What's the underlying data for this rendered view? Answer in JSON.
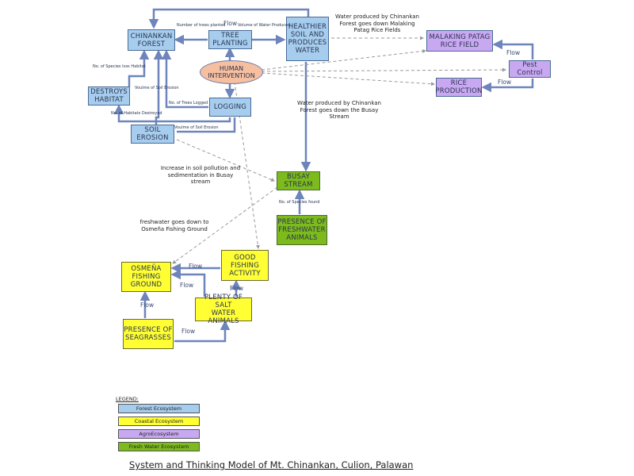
{
  "colors": {
    "forest": "#a7cdee",
    "coastal": "#ffff33",
    "agro": "#c9a8f2",
    "fresh_water": "#7dbb1d",
    "human": "#f6bfa0",
    "arrow": "#6d85bb"
  },
  "nodes": {
    "chinankan_forest": "CHINANKAN\nFOREST",
    "tree_planting": "TREE\nPLANTING",
    "healthier_soil": "HEALTHIER\nSOIL AND\nPRODUCES\nWATER",
    "destroys_habitat": "DESTROYS\nHABITAT",
    "logging": "LOGGING",
    "soil_erosion": "SOIL\nEROSION",
    "human_intervention": "HUMAN\nINTERVENTION",
    "malaking_patag": "MALAKING PATAG\nRICE FIELD",
    "pest_control": "Pest Control",
    "rice_production": "RICE\nPRODUCTION",
    "busay_stream": "BUSAY\nSTREAM",
    "freshwater_animals": "PRESENCE OF\nFRESHWATER\nANIMALS",
    "good_fishing": "GOOD\nFISHING\nACTIVITY",
    "osmena_fishing": "OSMEÑA\nFISHING\nGROUND",
    "salt_water_animals": "PLENTY OF SALT\nWATER ANIMALS",
    "seagrasses": "PRESENCE OF\nSEAGRASSES"
  },
  "edge_labels": {
    "trees_planted": "Number of trees planted",
    "volume_water": "Volume of Water Produced",
    "species_loss": "No. of Species loss Habitat",
    "soil_erosion_vol": "Voulme of Soil Erosion",
    "trees_logged": "No. of Trees Logged",
    "habitats_destroyed": "No. of Habitats Destroyed",
    "soil_erosion_vol2": "Voulme of Soil Erosion",
    "species_found": "No. of Species found"
  },
  "flow_labels": {
    "top": "Flow",
    "agro_right": "Flow",
    "agro_bottom": "Flow",
    "fishing_top": "Flow",
    "fishing_mid": "Flow",
    "osmena_left": "Flow",
    "osmena_below": "Flow",
    "seagrass": "Flow"
  },
  "notes": {
    "malaking": "Water produced by Chinankan\nForest goes down Malaking\nPatag Rice Fields",
    "busay": "Water produced by Chinankan\nForest goes down the Busay\nStream",
    "pollution": "Increase in soil pollution and\nsedimentation in Busay\nstream",
    "freshwater": "freshwater goes down to\nOsmeña Fishing Ground"
  },
  "legend": {
    "title": "LEGEND:",
    "forest": "Forest Ecosystem",
    "coastal": "Coastal Ecosystem",
    "agro": "AgroEcosystem",
    "fresh_water": "Fresh Water Ecosystem"
  },
  "caption": "System and Thinking Model of Mt. Chinankan, Culion, Palawan"
}
